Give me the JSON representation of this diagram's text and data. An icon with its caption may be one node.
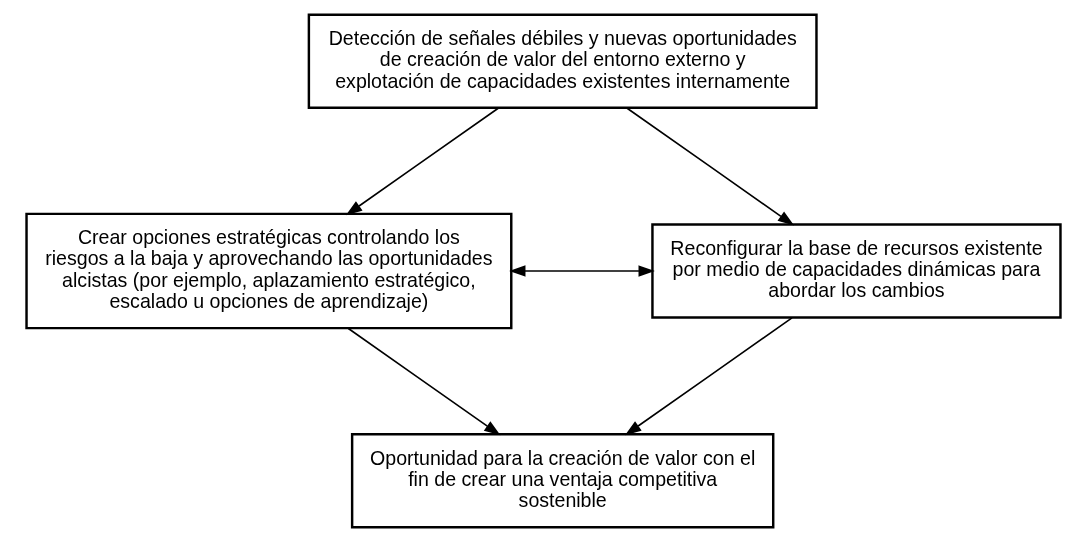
{
  "diagram": {
    "nodes": [
      {
        "text": [
          "Detección de señales débiles y nuevas oportunidades de creación de valor del entorno externo y explotación de capacidades existentes internamente"
        ]
      },
      {
        "text": [
          "Crear opciones estratégicas controlando los riesgos a la baja y aprovechando las oportunidades alcistas (por ejemplo, aplazamiento estratégico, escalado u opciones de aprendizaje)"
        ]
      },
      {
        "text": [
          "Reconfigurar la base de recursos existente por medio de capacidades dinámicas para abordar los cambios"
        ]
      },
      {
        "text": [
          "Oportunidad para la creación de valor con el fin de crear una ventaja competitiva sostenible"
        ]
      }
    ],
    "edges": [
      {
        "from": 0,
        "to": 1,
        "arrow": "to"
      },
      {
        "from": 0,
        "to": 2,
        "arrow": "to"
      },
      {
        "from": 1,
        "to": 2,
        "arrow": "both"
      },
      {
        "from": 1,
        "to": 3,
        "arrow": "to"
      },
      {
        "from": 2,
        "to": 3,
        "arrow": "to"
      }
    ]
  }
}
